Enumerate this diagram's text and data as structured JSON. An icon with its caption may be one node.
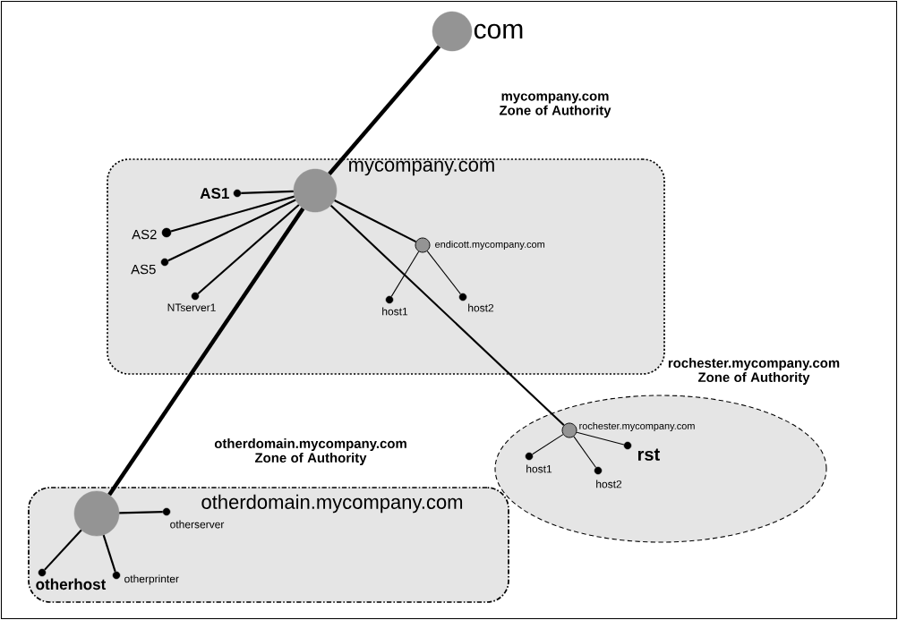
{
  "diagram": {
    "nodes": [
      {
        "text": [],
        "shape": "circle",
        "beside": [
          "com"
        ]
      },
      {
        "text": [
          "mycompany.com Zone of Authority"
        ]
      },
      {
        "text": [],
        "shape": "circle",
        "beside": [
          "mycompany.com"
        ],
        "in": 1
      },
      {
        "text": [],
        "shape": "circle",
        "beside": [
          "AS1"
        ],
        "in": 1
      },
      {
        "text": [],
        "shape": "circle",
        "beside": [
          "AS2"
        ],
        "in": 1
      },
      {
        "text": [],
        "shape": "circle",
        "beside": [
          "AS5"
        ],
        "in": 1
      },
      {
        "text": [],
        "shape": "circle",
        "beside": [
          "NTserver1"
        ],
        "in": 1
      },
      {
        "text": [],
        "shape": "circle",
        "beside": [
          "endicott.mycompany.com"
        ],
        "in": 1
      },
      {
        "text": [],
        "shape": "circle",
        "beside": [
          "host1"
        ],
        "in": 1
      },
      {
        "text": [],
        "shape": "circle",
        "beside": [
          "host2"
        ],
        "in": 1
      },
      {
        "text": [
          "rochester.mycompany.com Zone of Authority"
        ]
      },
      {
        "text": [],
        "shape": "circle",
        "beside": [
          "rochester.mycompany.com"
        ],
        "in": 10
      },
      {
        "text": [],
        "shape": "circle",
        "beside": [
          "host1"
        ],
        "in": 10
      },
      {
        "text": [],
        "shape": "circle",
        "beside": [
          "host2"
        ],
        "in": 10
      },
      {
        "text": [],
        "shape": "circle",
        "beside": [
          "rst"
        ],
        "in": 10
      },
      {
        "text": [
          "otherdomain.mycompany.com Zone of Authority",
          "otherdomain.mycompany.com"
        ]
      },
      {
        "text": [],
        "shape": "circle",
        "in": 15
      },
      {
        "text": [],
        "shape": "circle",
        "beside": [
          "otherserver"
        ],
        "in": 15
      },
      {
        "text": [],
        "shape": "circle",
        "beside": [
          "otherhost"
        ],
        "in": 15
      },
      {
        "text": [],
        "shape": "circle",
        "beside": [
          "otherprinter"
        ],
        "in": 15
      }
    ],
    "edges": [
      {
        "from": 0,
        "to": 2,
        "arrow": "none",
        "style": "thick"
      },
      {
        "from": 2,
        "to": 16,
        "arrow": "none",
        "style": "thick"
      },
      {
        "from": 2,
        "to": 3,
        "arrow": "none"
      },
      {
        "from": 2,
        "to": 4,
        "arrow": "none"
      },
      {
        "from": 2,
        "to": 5,
        "arrow": "none"
      },
      {
        "from": 2,
        "to": 6,
        "arrow": "none"
      },
      {
        "from": 2,
        "to": 7,
        "arrow": "none"
      },
      {
        "from": 7,
        "to": 8,
        "arrow": "none"
      },
      {
        "from": 7,
        "to": 9,
        "arrow": "none"
      },
      {
        "from": 2,
        "to": 11,
        "arrow": "none"
      },
      {
        "from": 11,
        "to": 12,
        "arrow": "none"
      },
      {
        "from": 11,
        "to": 13,
        "arrow": "none"
      },
      {
        "from": 11,
        "to": 14,
        "arrow": "none"
      },
      {
        "from": 16,
        "to": 17,
        "arrow": "none"
      },
      {
        "from": 16,
        "to": 18,
        "arrow": "none"
      },
      {
        "from": 16,
        "to": 19,
        "arrow": "none"
      }
    ]
  }
}
